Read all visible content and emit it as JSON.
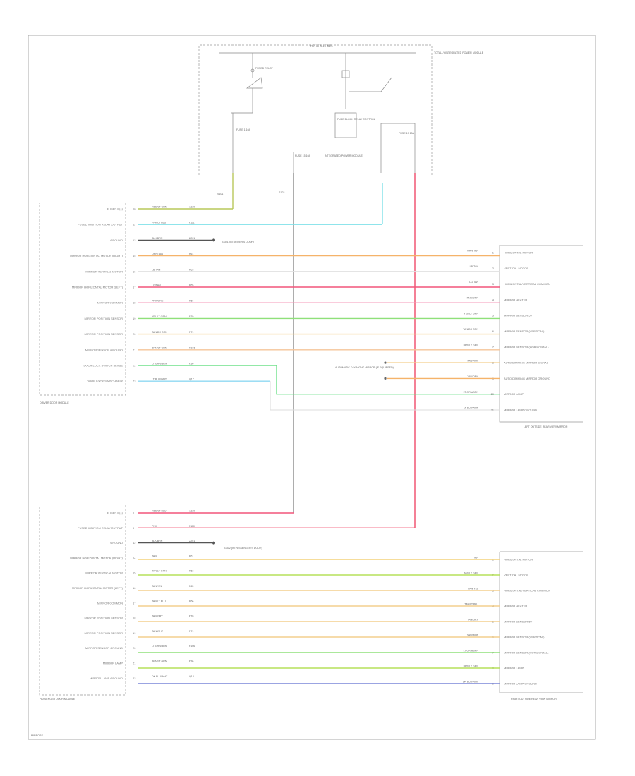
{
  "fuse_box": {
    "title": "HOT AT ALL TIMES",
    "relay_label": "FUSED RELAY",
    "fuse_label_1": "FUSE 1 10A",
    "fuse_label_2": "FUSE 15 10A",
    "fuse_label_3": "FUSE 19 10A",
    "module_label": "FUSE BLOCK RELAY CONTROL",
    "center_label": "INTEGRATED POWER MODULE",
    "box_label": "TOTALLY INTEGRATED POWER MODULE"
  },
  "driver_module": {
    "name": "DRIVER DOOR MODULE",
    "pins": [
      {
        "pin": "10",
        "label": "FUSED B(+)",
        "code": "RED/LT GRN",
        "circuit": "A110"
      },
      {
        "pin": "11",
        "label": "FUSED IGNITION RELAY OUTPUT",
        "code": "PNK/LT BLU",
        "circuit": "F111"
      },
      {
        "pin": "12",
        "label": "GROUND",
        "code": "BLK/BRN",
        "circuit": "Z201"
      },
      {
        "pin": "15",
        "label": "MIRROR HORIZONTAL MOTOR (RIGHT)",
        "code": "ORN/TAN",
        "circuit": "P61"
      },
      {
        "pin": "16",
        "label": "MIRROR VERTICAL MOTOR",
        "code": "LB/TAN",
        "circuit": "P63"
      },
      {
        "pin": "17",
        "label": "MIRROR HORIZONTAL MOTOR (LEFT)",
        "code": "LG/TAN",
        "circuit": "P65"
      },
      {
        "pin": "18",
        "label": "MIRROR COMMON",
        "code": "PNK/ORN",
        "circuit": "P66"
      },
      {
        "pin": "19",
        "label": "MIRROR POSITION SENSOR",
        "code": "YEL/LT GRN",
        "circuit": "P70"
      },
      {
        "pin": "20",
        "label": "MIRROR POSITION SENSOR",
        "code": "TAN/DK GRN",
        "circuit": "P71"
      },
      {
        "pin": "21",
        "label": "MIRROR SENSOR GROUND",
        "code": "BRN/LT GRN",
        "circuit": "P166"
      },
      {
        "pin": "22",
        "label": "DOOR LOCK SWITCH SENSE",
        "code": "LT GRN/BRN",
        "circuit": "P36"
      },
      {
        "pin": "23",
        "label": "DOOR LOCK SWITCH MUX",
        "code": "LT BLU/WHT",
        "circuit": "Q17"
      }
    ]
  },
  "driver_mirror": {
    "name": "LEFT OUTSIDE REAR VIEW MIRROR",
    "pins": [
      {
        "pin": "1",
        "label": "HORIZONTAL MOTOR",
        "code": "ORN/TAN"
      },
      {
        "pin": "2",
        "label": "VERTICAL MOTOR",
        "code": "LB/TAN"
      },
      {
        "pin": "3",
        "label": "HORIZONTAL/VERTICAL COMMON",
        "code": "LG/TAN"
      },
      {
        "pin": "4",
        "label": "MIRROR HEATER",
        "code": "PNK/ORN"
      },
      {
        "pin": "5",
        "label": "MIRROR SENSOR 5V",
        "code": "YEL/LT GRN"
      },
      {
        "pin": "6",
        "label": "MIRROR SENSOR (VERTICAL)",
        "code": "TAN/DK GRN"
      },
      {
        "pin": "7",
        "label": "MIRROR SENSOR (HORIZONTAL)",
        "code": "BRN/LT GRN"
      },
      {
        "pin": "8",
        "label": "AUTO DIMMING MIRROR SIGNAL",
        "code": "TAN/WHT"
      },
      {
        "pin": "9",
        "label": "AUTO DIMMING MIRROR GROUND",
        "code": "TAN/ORN"
      },
      {
        "pin": "10",
        "label": "MIRROR LAMP",
        "code": "LT GRN/BRN"
      },
      {
        "pin": "11",
        "label": "MIRROR LAMP GROUND",
        "code": "LT BLU/WHT"
      }
    ]
  },
  "auto_dim_note": "AUTOMATIC DAY/NIGHT MIRROR (IF EQUIPPED)",
  "passenger_module": {
    "name": "PASSENGER DOOR MODULE",
    "pins": [
      {
        "pin": "1",
        "label": "FUSED B(+)",
        "code": "RED/LT BLU",
        "circuit": "A110"
      },
      {
        "pin": "9",
        "label": "FUSED IGNITION RELAY OUTPUT",
        "code": "PNK",
        "circuit": "F110"
      },
      {
        "pin": "12",
        "label": "GROUND",
        "code": "BLK/BRN",
        "circuit": "Z201"
      },
      {
        "pin": "14",
        "label": "MIRROR HORIZONTAL MOTOR (RIGHT)",
        "code": "TAN",
        "circuit": "P61"
      },
      {
        "pin": "15",
        "label": "MIRROR VERTICAL MOTOR",
        "code": "TAN/LT GRN",
        "circuit": "P63"
      },
      {
        "pin": "16",
        "label": "MIRROR HORIZONTAL MOTOR (LEFT)",
        "code": "TAN/YEL",
        "circuit": "P65"
      },
      {
        "pin": "17",
        "label": "MIRROR COMMON",
        "code": "TAN/LT BLU",
        "circuit": "P66"
      },
      {
        "pin": "18",
        "label": "MIRROR POSITION SENSOR",
        "code": "TAN/GRY",
        "circuit": "P70"
      },
      {
        "pin": "19",
        "label": "MIRROR POSITION SENSOR",
        "code": "TAN/WHT",
        "circuit": "P71"
      },
      {
        "pin": "20",
        "label": "MIRROR SENSOR GROUND",
        "code": "LT GRN/BRN",
        "circuit": "P166"
      },
      {
        "pin": "21",
        "label": "MIRROR LAMP",
        "code": "BRN/LT GRN",
        "circuit": "P36"
      },
      {
        "pin": "22",
        "label": "MIRROR LAMP GROUND",
        "code": "DK BLU/WHT",
        "circuit": "Q18"
      }
    ]
  },
  "passenger_mirror": {
    "name": "RIGHT OUTSIDE REAR VIEW MIRROR",
    "pins": [
      {
        "pin": "1",
        "label": "HORIZONTAL MOTOR",
        "code": "TAN"
      },
      {
        "pin": "2",
        "label": "VERTICAL MOTOR",
        "code": "TAN/LT GRN"
      },
      {
        "pin": "3",
        "label": "HORIZONTAL/VERTICAL COMMON",
        "code": "TAN/YEL"
      },
      {
        "pin": "4",
        "label": "MIRROR HEATER",
        "code": "TAN/LT BLU"
      },
      {
        "pin": "5",
        "label": "MIRROR SENSOR 5V",
        "code": "TAN/GRY"
      },
      {
        "pin": "6",
        "label": "MIRROR SENSOR (VERTICAL)",
        "code": "TAN/WHT"
      },
      {
        "pin": "7",
        "label": "MIRROR SENSOR (HORIZONTAL)",
        "code": "LT GRN/BRN"
      },
      {
        "pin": "8",
        "label": "MIRROR LAMP",
        "code": "BRN/LT GRN"
      },
      {
        "pin": "9",
        "label": "MIRROR LAMP GROUND",
        "code": "DK BLU/WHT"
      }
    ]
  },
  "ground_label_1": "G301 (IN DRIVER'S DOOR)",
  "ground_label_2": "G302 (IN PASSENGER'S DOOR)",
  "splice_1": "S101",
  "splice_2": "S102",
  "footer": "MIRRORS",
  "colors": {
    "red_lt_grn": "#b8c85a",
    "pnk_lt_blu": "#7fe0e8",
    "orange": "#f5b36a",
    "lb_tan": "#e0e0e0",
    "pink_red": "#f2557a",
    "pink": "#f59ab8",
    "green": "#8fe07a",
    "tan": "#f4cf8e",
    "peach": "#f5c49a",
    "lt_green": "#6fe08a",
    "lt_blue": "#8fd8f2",
    "red": "#f04a6a",
    "yellow_tan": "#f4d27a",
    "yellow_green": "#b6e05a",
    "blue": "#7a86d8",
    "frame": "#a9a9a9"
  }
}
